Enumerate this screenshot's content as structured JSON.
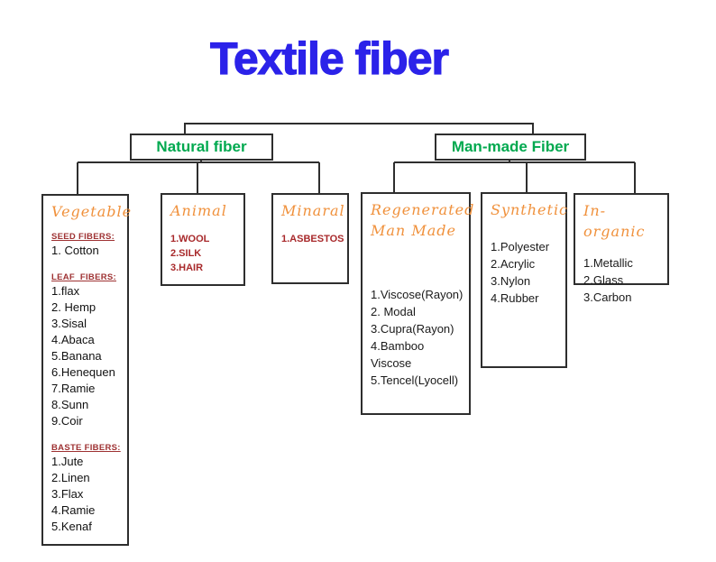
{
  "title": "Textile fiber",
  "colors": {
    "title_blue": "#2b22e9",
    "header_green": "#00a94f",
    "category_orange": "#f0913c",
    "group_label_dark_red": "#9e3132",
    "item_dark_red": "#a8292b",
    "line_black": "#2e2e2e",
    "body_text": "#1a1a1a"
  },
  "level1": {
    "natural": "Natural fiber",
    "manmade": "Man-made Fiber"
  },
  "categories": {
    "vegetable": {
      "title": "Vegetable",
      "groups": [
        {
          "label": "SEED FIBERS:",
          "items": [
            "1. Cotton"
          ]
        },
        {
          "label": "LEAF  FIBERS:",
          "items": [
            "1.flax",
            "2. Hemp",
            "3.Sisal",
            "4.Abaca",
            "5.Banana",
            "6.Henequen",
            "7.Ramie",
            "8.Sunn",
            "9.Coir"
          ]
        },
        {
          "label": "BASTE FIBERS:",
          "items": [
            "1.Jute",
            "2.Linen",
            "3.Flax",
            "4.Ramie",
            "5.Kenaf"
          ]
        }
      ]
    },
    "animal": {
      "title": "Animal",
      "items": [
        "1.WOOL",
        "2.SILK",
        "3.HAIR"
      ]
    },
    "minaral": {
      "title": "Minaral",
      "items": [
        "1.ASBESTOS"
      ]
    },
    "regenerated": {
      "title": "Regenerated Man Made",
      "items": [
        "1.Viscose(Rayon)",
        "2. Modal",
        "3.Cupra(Rayon)",
        "4.Bamboo Viscose",
        "5.Tencel(Lyocell)"
      ]
    },
    "synthetic": {
      "title": "Synthetic",
      "items": [
        "1.Polyester",
        "2.Acrylic",
        "3.Nylon",
        "4.Rubber"
      ]
    },
    "inorganic": {
      "title": "In-organic",
      "items": [
        "1.Metallic",
        "2.Glass",
        "3.Carbon"
      ]
    }
  }
}
